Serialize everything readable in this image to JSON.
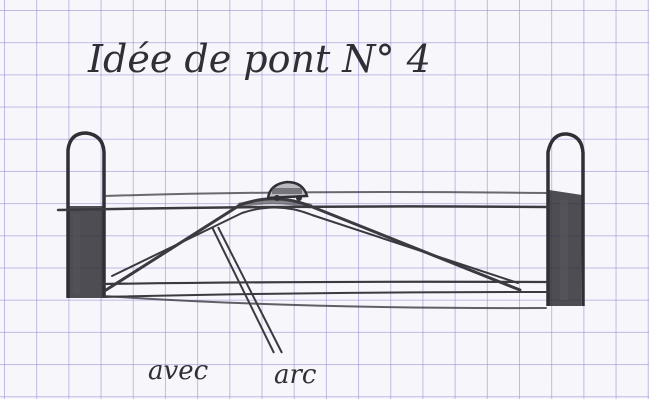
{
  "title": "Idée de pont N° 4",
  "labels": {
    "left": "avec",
    "right": "arc"
  },
  "colors": {
    "grid": "#9687d2",
    "pencil": "#2f2f35",
    "paper": "#f7f6fb"
  }
}
